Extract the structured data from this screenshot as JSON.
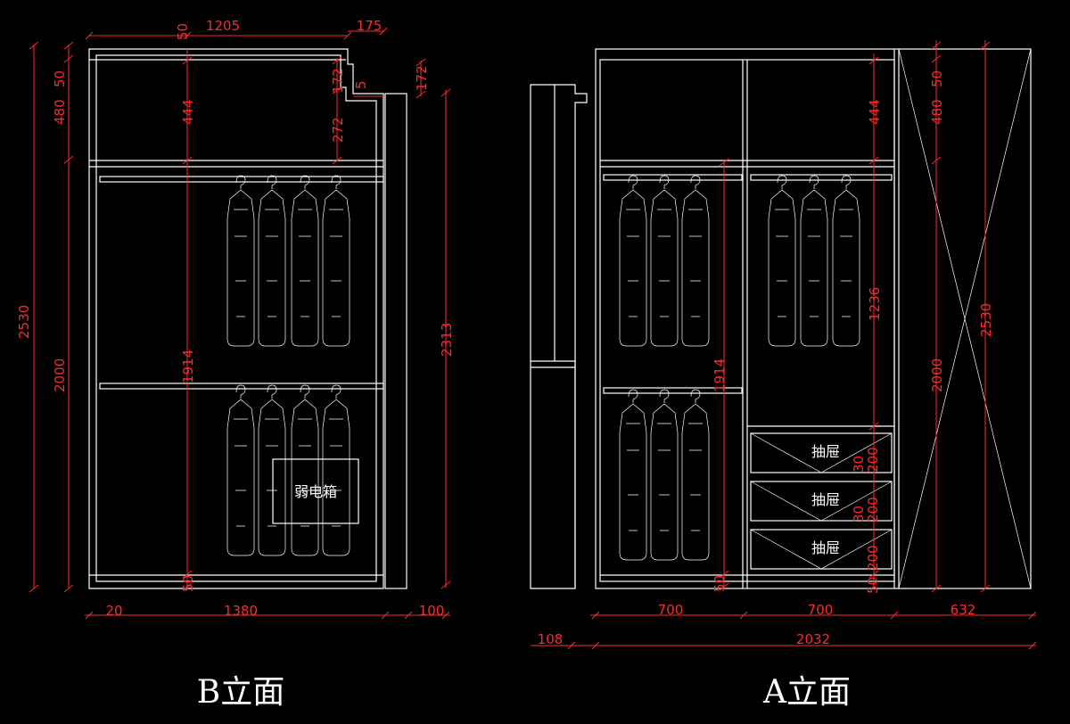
{
  "colors": {
    "background": "#000000",
    "lines": "#ffffff",
    "dimensions": "#ff2a2a"
  },
  "elevation_b": {
    "title": "B立面",
    "box_label": "弱电箱",
    "dims": {
      "top_1205": "1205",
      "top_175": "175",
      "top_50": "50",
      "left_480": "480",
      "left_50": "50",
      "left_2530": "2530",
      "left_2000": "2000",
      "inner_444": "444",
      "inner_1914": "1914",
      "inner_50": "50",
      "step_172a": "172",
      "step_5": "5",
      "step_272": "272",
      "step_172b": "172",
      "right_2313": "2313",
      "bottom_20": "20",
      "bottom_1380": "1380",
      "bottom_100": "100"
    }
  },
  "elevation_a": {
    "title": "A立面",
    "drawer_labels": [
      "抽屉",
      "抽屉",
      "抽屉"
    ],
    "dims": {
      "inner_444": "444",
      "inner_1914": "1914",
      "inner_50": "50",
      "inner_1236": "1236",
      "drawer_30a": "30",
      "drawer_200a": "200",
      "drawer_30b": "30",
      "drawer_200b": "200",
      "drawer_200c": "200",
      "drawer_50": "50",
      "right_480": "480",
      "right_50": "50",
      "right_2000": "2000",
      "right_2530": "2530",
      "bottom_700a": "700",
      "bottom_700b": "700",
      "bottom_632": "632",
      "bottom_108": "108",
      "bottom_2032": "2032"
    }
  }
}
